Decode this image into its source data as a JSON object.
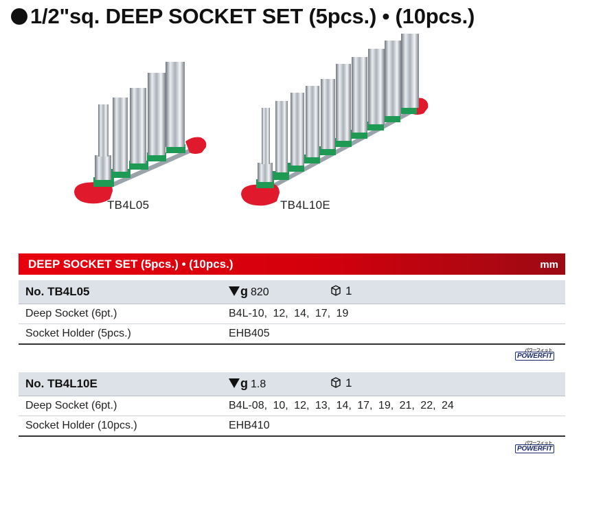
{
  "title": "1/2\"sq. DEEP SOCKET SET (5pcs.) • (10pcs.)",
  "photos": [
    {
      "label": "TB4L05"
    },
    {
      "label": "TB4L10E"
    }
  ],
  "table": {
    "header": "DEEP SOCKET SET (5pcs.) • (10pcs.)",
    "unit": "mm",
    "sets": [
      {
        "model": "No. TB4L05",
        "weight": "820",
        "weight_unit": "g",
        "qty": "1",
        "rows": [
          {
            "name": "Deep Socket (6pt.)",
            "value": "B4L-10, 12, 14, 17, 19"
          },
          {
            "name": "Socket Holder (5pcs.)",
            "value": "EHB405"
          }
        ],
        "brand": "POWERFIT",
        "brand_sub": "パワーフィット"
      },
      {
        "model": "No. TB4L10E",
        "weight": "1.8",
        "weight_unit": "g",
        "qty": "1",
        "rows": [
          {
            "name": "Deep Socket (6pt.)",
            "value": "B4L-08, 10, 12, 13, 14, 17, 19, 21, 22, 24"
          },
          {
            "name": "Socket Holder (10pcs.)",
            "value": "EHB410"
          }
        ],
        "brand": "POWERFIT",
        "brand_sub": "パワーフィット"
      }
    ]
  },
  "colors": {
    "header_red": "#e8000e",
    "row_gray": "#dde2e8",
    "holder_green": "#1f9a54",
    "end_cap_red": "#e01a2c",
    "chrome": "#c7ccd2"
  }
}
